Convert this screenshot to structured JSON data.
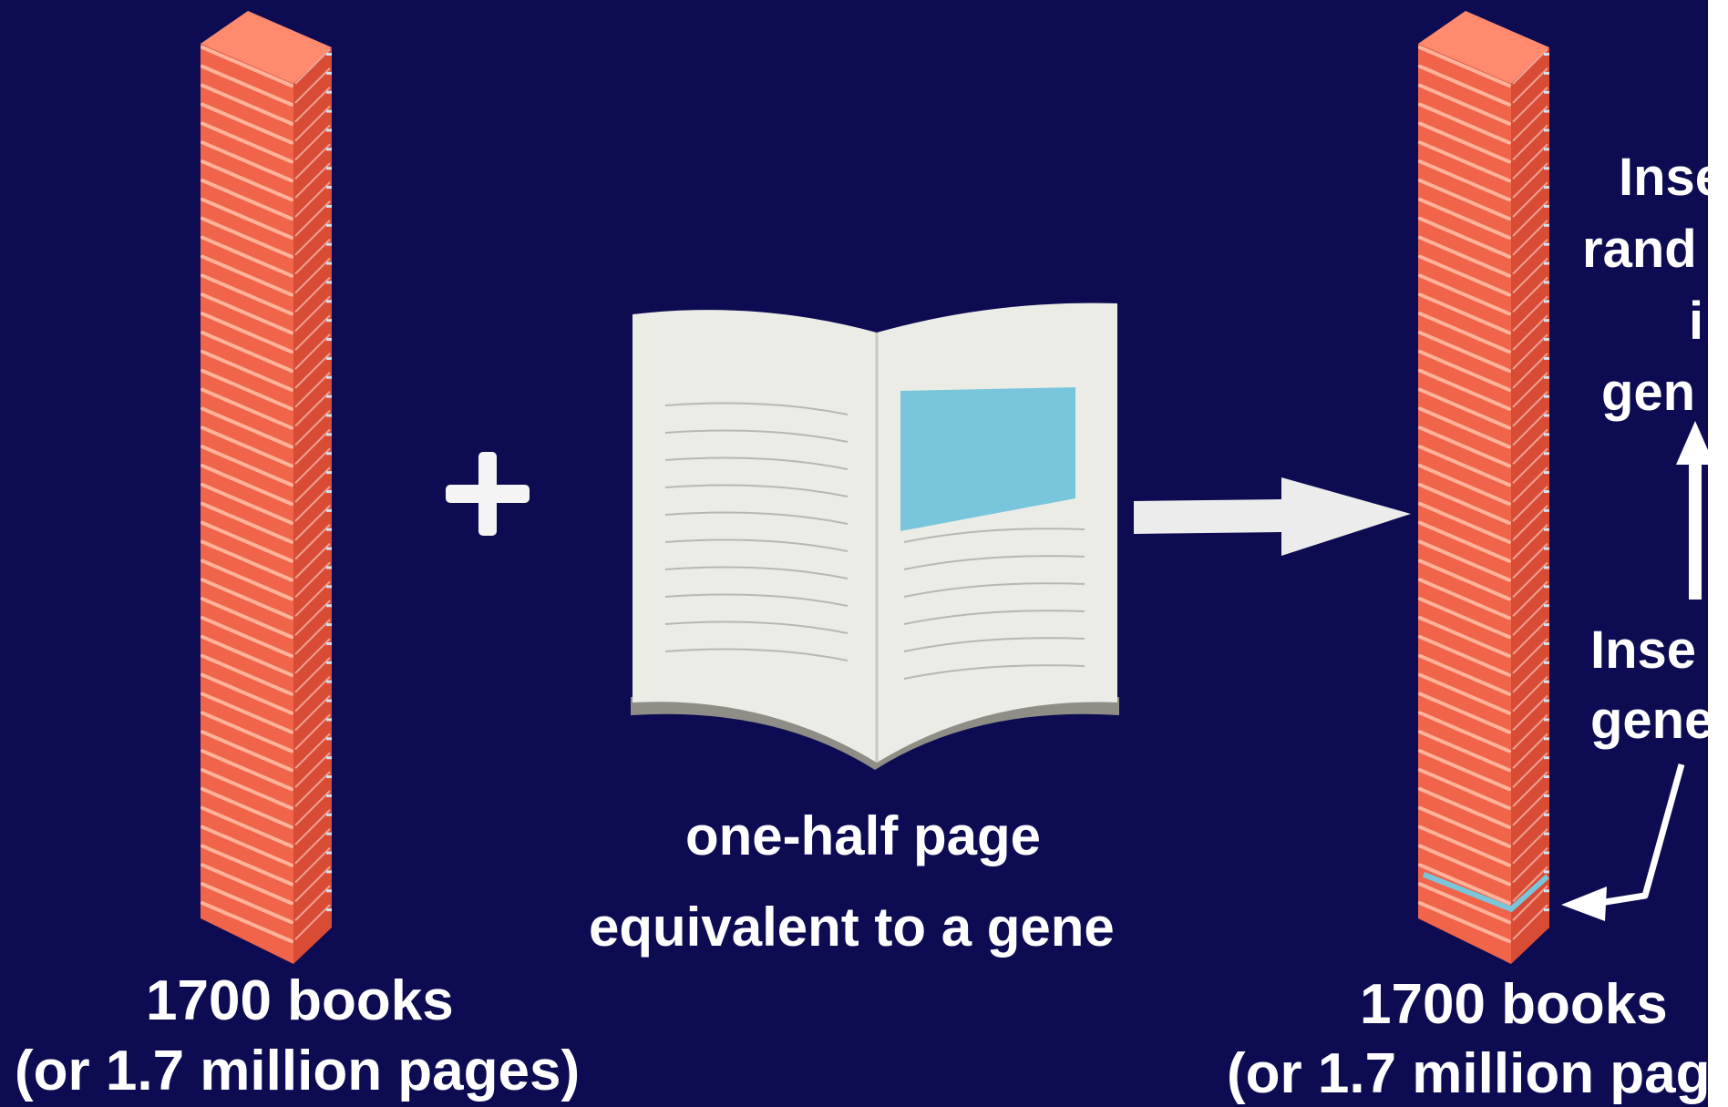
{
  "colors": {
    "background": "#0d0c52",
    "book_red": "#f0644a",
    "book_highlight": "#ffb39a",
    "page_white": "#ecece6",
    "gene_blue": "#79c6dc",
    "text": "#ffffff"
  },
  "left_stack": {
    "line1": "1700 books",
    "line2": "(or 1.7 million pages)"
  },
  "plus_sign": "+",
  "middle_caption": {
    "line1": "one-half page",
    "line2": "equivalent to a gene"
  },
  "right_stack": {
    "line1": "1700 books",
    "line2": "(or 1.7 million pag"
  },
  "side_note_top": [
    "Inse",
    "rand",
    "i",
    "gen"
  ],
  "side_note_bottom": [
    "Inse",
    "gene"
  ],
  "icons": [
    "book-stack-icon",
    "open-book-icon",
    "plus-icon",
    "right-arrow-icon",
    "up-arrow-icon",
    "pointer-arrow-icon"
  ]
}
